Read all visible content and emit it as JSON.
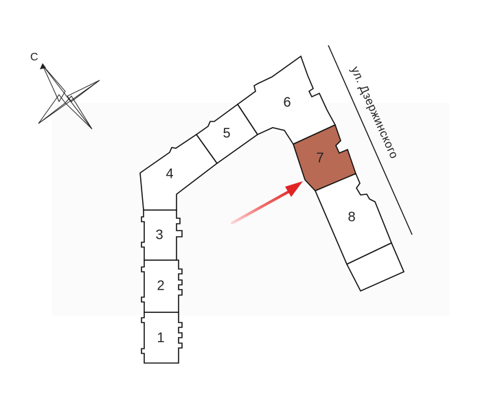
{
  "street_label": "ул. Дзержинского",
  "compass": {
    "letter": "С"
  },
  "sections": [
    {
      "id": "1",
      "label": "1",
      "highlighted": false
    },
    {
      "id": "2",
      "label": "2",
      "highlighted": false
    },
    {
      "id": "3",
      "label": "3",
      "highlighted": false
    },
    {
      "id": "4",
      "label": "4",
      "highlighted": false
    },
    {
      "id": "5",
      "label": "5",
      "highlighted": false
    },
    {
      "id": "6",
      "label": "6",
      "highlighted": false
    },
    {
      "id": "7",
      "label": "7",
      "highlighted": true
    },
    {
      "id": "8",
      "label": "8",
      "highlighted": false
    }
  ],
  "colors": {
    "highlight_fill": "#b86a54",
    "arrow": "#e02525",
    "line": "#111111"
  }
}
